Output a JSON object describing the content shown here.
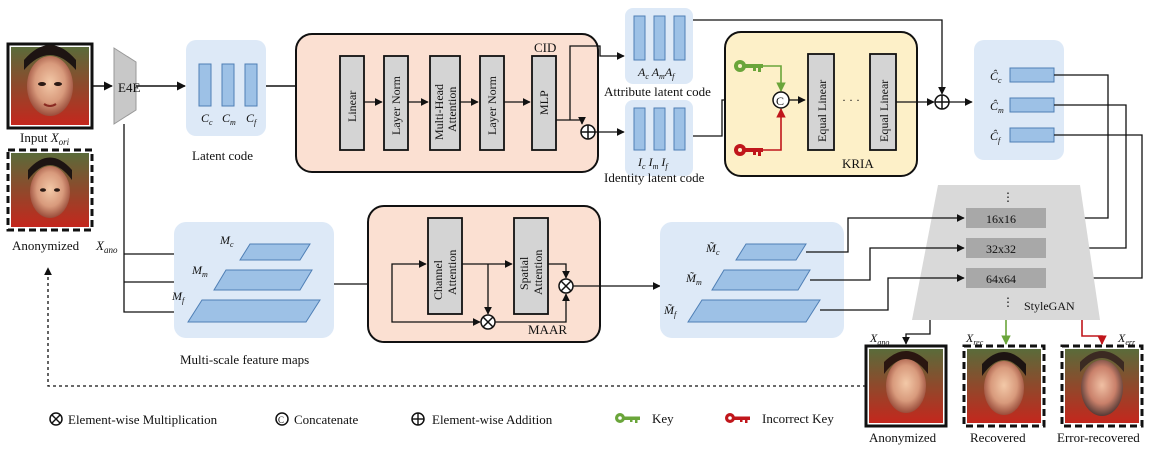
{
  "labels": {
    "e4e": "E4E",
    "input_label": "Input",
    "input_sym": "X",
    "input_sub": "ori",
    "anon_left_label": "Anonymized",
    "anon_sym": "X",
    "anon_sub": "ano",
    "latent_code": "Latent code",
    "c_c": "C",
    "c_c_sub": "c",
    "c_m": "C",
    "c_m_sub": "m",
    "c_f": "C",
    "c_f_sub": "f",
    "cid": "CID",
    "linear": "Linear",
    "layer_norm_1": "Layer Norm",
    "mha_line1": "Multi-Head",
    "mha_line2": "Attention",
    "layer_norm_2": "Layer Norm",
    "mlp": "MLP",
    "attr_latent": "Attribute latent code",
    "a_c": "A",
    "a_c_sub": "c",
    "a_m": "A",
    "a_m_sub": "m",
    "a_f": "A",
    "a_f_sub": "f",
    "id_latent": "Identity latent code",
    "i_c": "I",
    "i_c_sub": "c",
    "i_m": "I",
    "i_m_sub": "m",
    "i_f": "I",
    "i_f_sub": "f",
    "kria": "KRIA",
    "equal_linear_1": "Equal Linear",
    "equal_linear_2": "Equal Linear",
    "ellipsis_h": "· · ·",
    "chat_c": "Ĉ",
    "chat_c_sub": "c",
    "chat_m": "Ĉ",
    "chat_m_sub": "m",
    "chat_f": "Ĉ",
    "chat_f_sub": "f",
    "m_c": "M",
    "m_c_sub": "c",
    "m_m": "M",
    "m_m_sub": "m",
    "m_f": "M",
    "m_f_sub": "f",
    "multiscale": "Multi-scale feature maps",
    "channel_attention_1": "Channel",
    "channel_attention_2": "Attention",
    "spatial_attention_1": "Spatial",
    "spatial_attention_2": "Attention",
    "maar": "MAAR",
    "mt_c": "M̃",
    "mt_c_sub": "c",
    "mt_m": "M̃",
    "mt_m_sub": "m",
    "mt_f": "M̃",
    "mt_f_sub": "f",
    "res_16": "16x16",
    "res_32": "32x32",
    "res_64": "64x64",
    "vdots": "⋮",
    "stylegan": "StyleGAN",
    "x_ano": "X",
    "x_ano_sub": "ano",
    "x_rec": "X",
    "x_rec_sub": "rec",
    "x_err": "X",
    "x_err_sub": "err",
    "anonymized": "Anonymized",
    "recovered": "Recovered",
    "error_recovered": "Error-recovered",
    "concat_sym": "C"
  },
  "legend": {
    "mult": "Element-wise Multiplication",
    "concat": "Concatenate",
    "add": "Element-wise Addition",
    "key": "Key",
    "incorrect_key": "Incorrect Key"
  },
  "colors": {
    "blue_panel": "#dde9f7",
    "blue_block": "#9dc1e6",
    "blue_stroke": "#4f7fb5",
    "orange_panel": "#fbe0d2",
    "yellow_panel": "#fdf0c8",
    "gray_block": "#d4d4d4",
    "green_key": "#6aa53a",
    "red_key": "#c0161b",
    "stylegan_gray": "#d9d9d9"
  }
}
